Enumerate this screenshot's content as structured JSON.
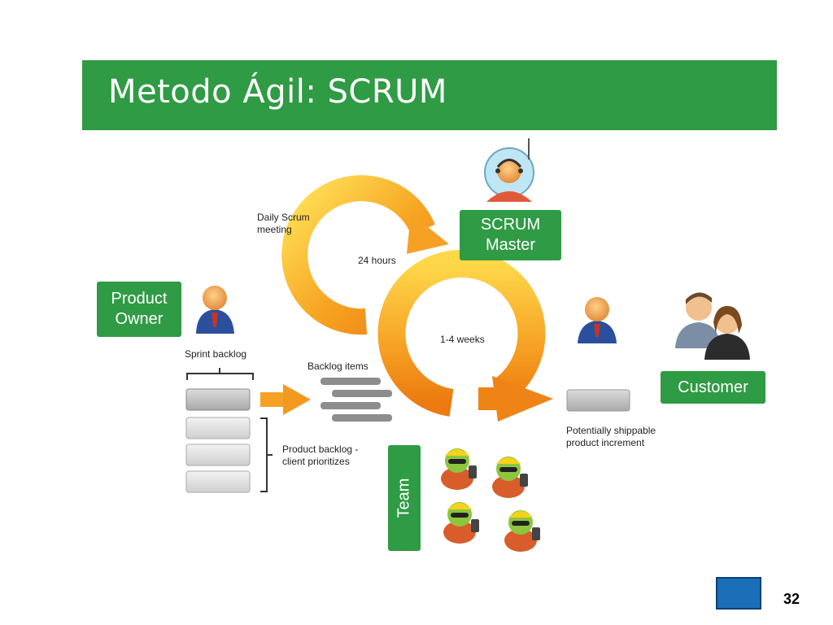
{
  "slide": {
    "title": "Metodo Ágil: SCRUM",
    "page_number": "32"
  },
  "boxes": {
    "scrum_master": "SCRUM\nMaster",
    "product_owner": "Product\nOwner",
    "customer": "Customer",
    "team": "Team"
  },
  "labels": {
    "daily_scrum": "Daily Scrum\nmeeting",
    "hours": "24 hours",
    "weeks": "1-4 weeks",
    "sprint_backlog": "Sprint backlog",
    "backlog_items": "Backlog items",
    "product_backlog": "Product backlog -\nclient prioritizes",
    "increment": "Potentially shippable\nproduct increment"
  },
  "colors": {
    "header_green": "#2f9b44",
    "arrow_orange": "#f39a1e",
    "arrow_yellow": "#ffd640"
  }
}
